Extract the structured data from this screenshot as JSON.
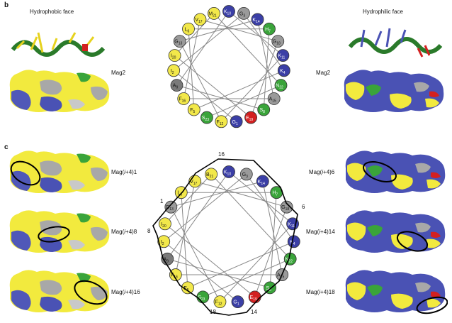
{
  "panel_b": {
    "label": "b",
    "left_title": "Hydrophobic face",
    "right_title": "Hydrophilic face",
    "peptide_left": "Mag2",
    "peptide_right": "Mag2",
    "wheel": [
      {
        "aa": "K",
        "num": "10",
        "color": "#3b3fa6"
      },
      {
        "aa": "G",
        "num": "3",
        "color": "#9a9a9a"
      },
      {
        "aa": "K",
        "num": "14",
        "color": "#3b3fa6"
      },
      {
        "aa": "H",
        "num": "7",
        "color": "#3aa43a"
      },
      {
        "aa": "G",
        "num": "18",
        "color": "#9a9a9a"
      },
      {
        "aa": "K",
        "num": "11",
        "color": "#3b3fa6"
      },
      {
        "aa": "K",
        "num": "4",
        "color": "#3b3fa6"
      },
      {
        "aa": "N",
        "num": "22",
        "color": "#3aa43a"
      },
      {
        "aa": "A",
        "num": "15",
        "color": "#9a9a9a"
      },
      {
        "aa": "S",
        "num": "8",
        "color": "#3aa43a"
      },
      {
        "aa": "E",
        "num": "19",
        "color": "#d32020"
      },
      {
        "aa": "G",
        "num": "1",
        "color": "#3b3fa6"
      },
      {
        "aa": "F",
        "num": "12",
        "color": "#f2e84a"
      },
      {
        "aa": "S",
        "num": "23",
        "color": "#3aa43a"
      },
      {
        "aa": "F",
        "num": "5",
        "color": "#f2e84a"
      },
      {
        "aa": "F",
        "num": "16",
        "color": "#f2e84a"
      },
      {
        "aa": "A",
        "num": "9",
        "color": "#7a7a7a"
      },
      {
        "aa": "I",
        "num": "2",
        "color": "#f2e84a"
      },
      {
        "aa": "I",
        "num": "20",
        "color": "#f2e84a"
      },
      {
        "aa": "G",
        "num": "13",
        "color": "#9a9a9a"
      },
      {
        "aa": "L",
        "num": "6",
        "color": "#f2e84a"
      },
      {
        "aa": "V",
        "num": "17",
        "color": "#f2e84a"
      },
      {
        "aa": "M",
        "num": "21",
        "color": "#f2e84a"
      }
    ]
  },
  "panel_c": {
    "label": "c",
    "variants_left": [
      "Mag(i+4)1",
      "Mag(i+4)8",
      "Mag(i+4)16"
    ],
    "variants_right": [
      "Mag(i+4)6",
      "Mag(i+4)14",
      "Mag(i+4)18"
    ],
    "staple_labels": [
      "16",
      "1",
      "8",
      "6",
      "18",
      "14"
    ],
    "wheel_last": {
      "aa": "B",
      "num": "21"
    }
  }
}
